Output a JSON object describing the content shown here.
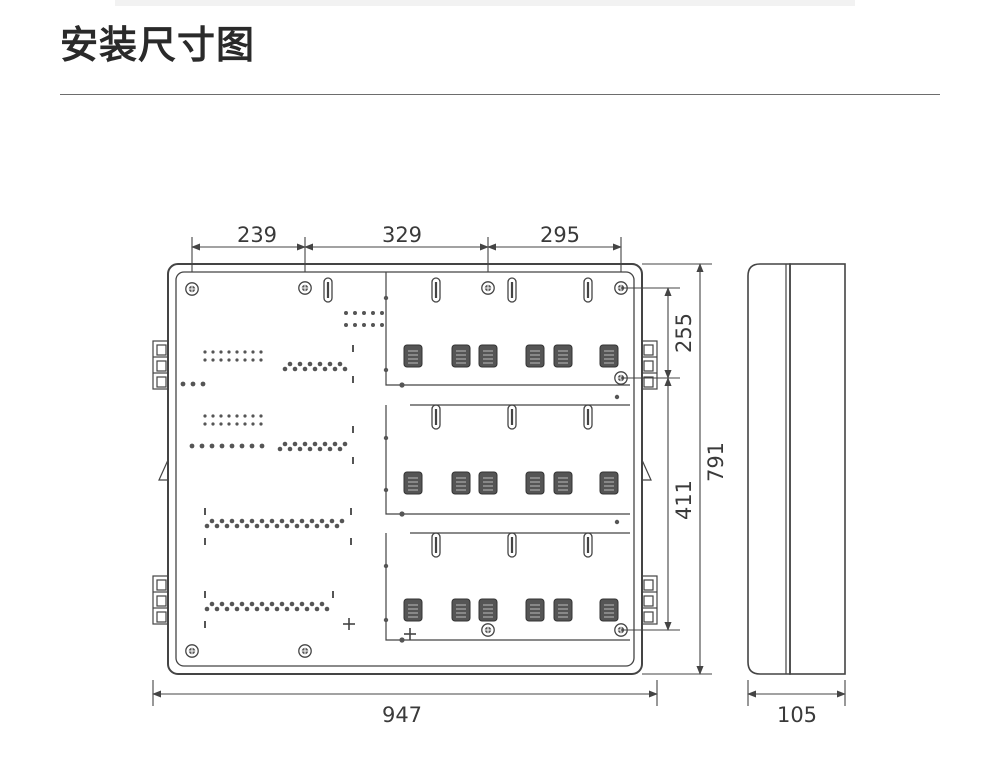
{
  "page": {
    "title": "安装尺寸图"
  },
  "colors": {
    "line": "#444444",
    "text": "#3a3a3a",
    "rule": "#6d6d6d"
  },
  "dimensions": {
    "seg_1": "239",
    "seg_2": "329",
    "seg_3": "295",
    "total_width": "947",
    "total_height": "791",
    "upper_height": "255",
    "middle_height": "411",
    "depth": "105"
  }
}
